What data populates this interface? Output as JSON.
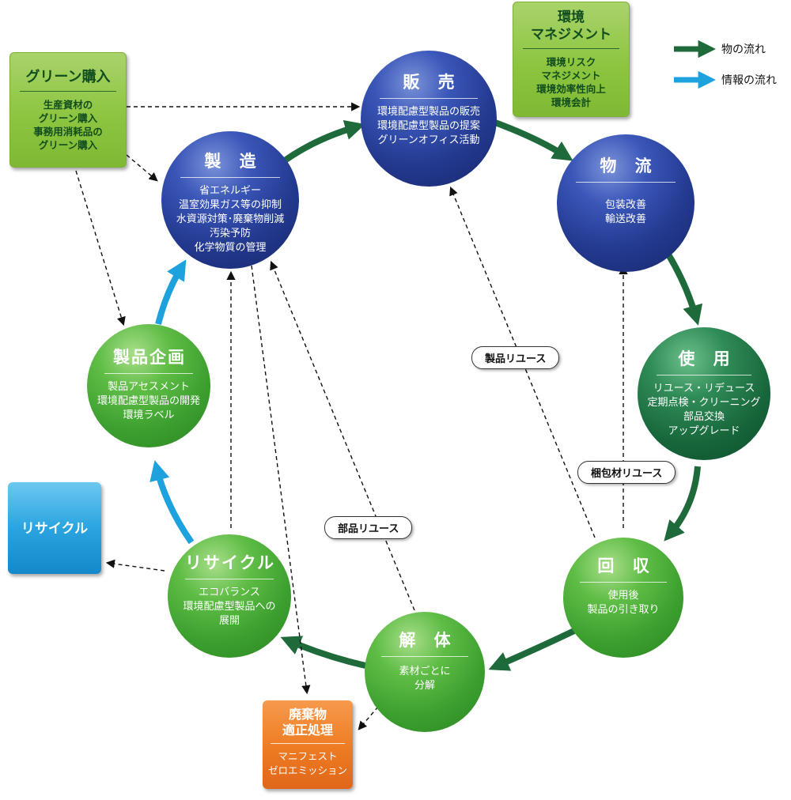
{
  "colors": {
    "thing_flow": "#1e6a3a",
    "info_flow": "#1ea2dd",
    "dashed": "#111111"
  },
  "legend": {
    "thing_flow": "物の流れ",
    "info_flow": "情報の流れ"
  },
  "nodes": {
    "sales": {
      "title": "販 売",
      "lines": [
        "環境配慮型製品の販売",
        "環境配慮型製品の提案",
        "グリーンオフィス活動"
      ]
    },
    "manufacturing": {
      "title": "製 造",
      "lines": [
        "省エネルギー",
        "温室効果ガス等の抑制",
        "水資源対策･廃棄物削減",
        "汚染予防",
        "化学物質の管理"
      ]
    },
    "logistics": {
      "title": "物 流",
      "lines": [
        "包装改善",
        "輸送改善"
      ]
    },
    "usage": {
      "title": "使 用",
      "lines": [
        "リユース・リデュース",
        "定期点検・クリーニング",
        "部品交換",
        "アップグレード"
      ]
    },
    "collection": {
      "title": "回 収",
      "lines": [
        "使用後",
        "製品の引き取り"
      ]
    },
    "disassembly": {
      "title": "解 体",
      "lines": [
        "素材ごとに",
        "分解"
      ]
    },
    "recycle": {
      "title": "リサイクル",
      "lines": [
        "エコバランス",
        "環境配慮型製品への",
        "展開"
      ]
    },
    "planning": {
      "title": "製品企画",
      "lines": [
        "製品アセスメント",
        "環境配慮型製品の開発",
        "環境ラベル"
      ]
    }
  },
  "boxes": {
    "green_purchase": {
      "title": "グリーン購入",
      "lines": [
        "生産資材の",
        "グリーン購入",
        "事務用消耗品の",
        "グリーン購入"
      ]
    },
    "env_management": {
      "title": [
        "環境",
        "マネジメント"
      ],
      "lines": [
        "環境リスク",
        "マネジメント",
        "環境効率性向上",
        "環境会計"
      ]
    },
    "recycle_box": {
      "title": "リサイクル"
    },
    "waste": {
      "title": [
        "廃棄物",
        "適正処理"
      ],
      "lines": [
        "マニフェスト",
        "ゼロエミッション"
      ]
    }
  },
  "labels": {
    "product_reuse": "製品リユース",
    "packaging_reuse": "梱包材リユース",
    "parts_reuse": "部品リユース"
  }
}
